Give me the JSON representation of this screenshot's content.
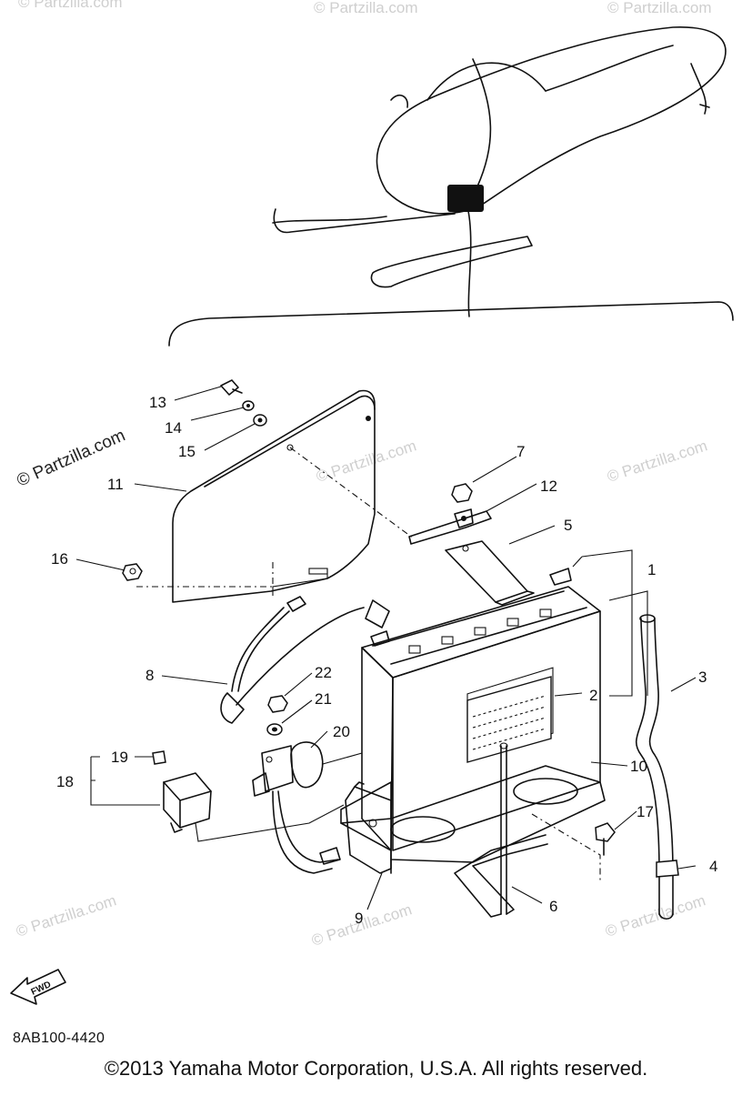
{
  "diagram_code": "8AB100-4420",
  "copyright": "©2013 Yamaha Motor Corporation, U.S.A. All rights reserved.",
  "watermark_text": "© Partzilla.com",
  "fwd_label": "FWD",
  "callouts": {
    "c1": "1",
    "c2": "2",
    "c3": "3",
    "c4": "4",
    "c5": "5",
    "c6": "6",
    "c7": "7",
    "c8": "8",
    "c9": "9",
    "c10": "10",
    "c11": "11",
    "c12": "12",
    "c13": "13",
    "c14": "14",
    "c15": "15",
    "c16": "16",
    "c17": "17",
    "c18": "18",
    "c19": "19",
    "c20": "20",
    "c21": "21",
    "c22": "22"
  },
  "icons": {
    "snowmobile": "snowmobile-overview-icon",
    "direction": "fwd-arrow-icon"
  }
}
